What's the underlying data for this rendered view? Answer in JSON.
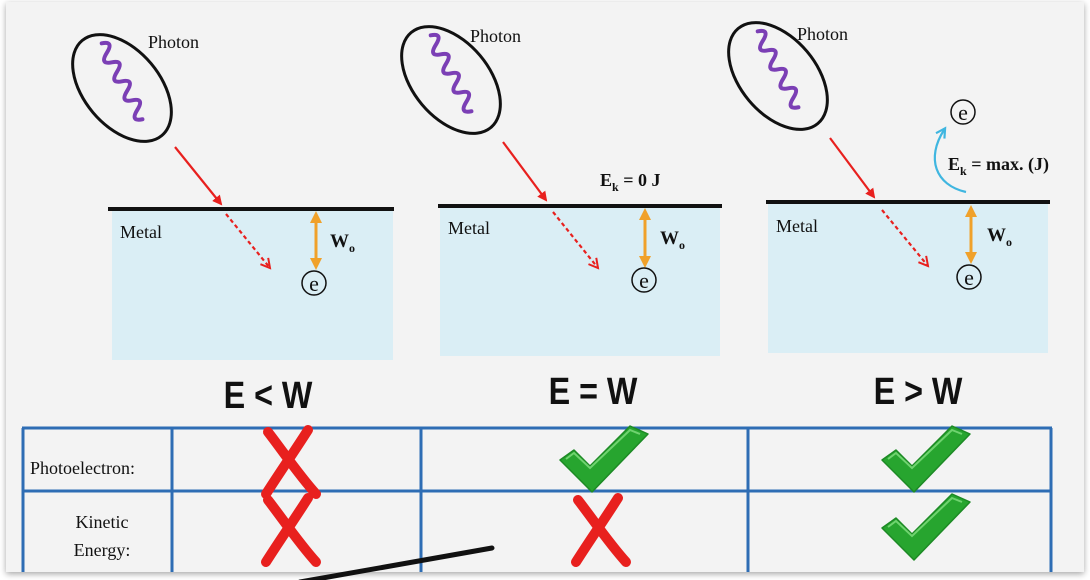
{
  "panels": [
    {
      "photon_label": "Photon",
      "metal_label": "Metal",
      "work_function_label": "W",
      "work_function_sub": "o",
      "electron_symbol": "e",
      "energy_main": "",
      "energy_sub": "",
      "energy_rest": "",
      "condition": "E < W"
    },
    {
      "photon_label": "Photon",
      "metal_label": "Metal",
      "work_function_label": "W",
      "work_function_sub": "o",
      "electron_symbol": "e",
      "energy_main": "E",
      "energy_sub": "k",
      "energy_rest": " = 0 J",
      "condition": "E = W"
    },
    {
      "photon_label": "Photon",
      "metal_label": "Metal",
      "work_function_label": "W",
      "work_function_sub": "o",
      "electron_symbol": "e",
      "ejected_electron_symbol": "e",
      "energy_main": "E",
      "energy_sub": "k",
      "energy_rest": " = max. (J)",
      "condition": "E > W"
    }
  ],
  "table": {
    "rows": [
      {
        "label_lines": [
          "Photoelectron:"
        ],
        "marks": [
          "cross",
          "check",
          "check"
        ]
      },
      {
        "label_lines": [
          "Kinetic",
          "Energy:"
        ],
        "marks": [
          "cross",
          "cross",
          "check"
        ]
      }
    ]
  },
  "colors": {
    "metal_fill": "#daeef5",
    "photon_wave": "#7b3fb5",
    "incident_ray": "#e8201e",
    "work_arrow": "#f0a12a",
    "ejected_path": "#3fb6e0",
    "table_border": "#2e6db4",
    "cross": "#e8201e",
    "check": "#27a52f"
  }
}
